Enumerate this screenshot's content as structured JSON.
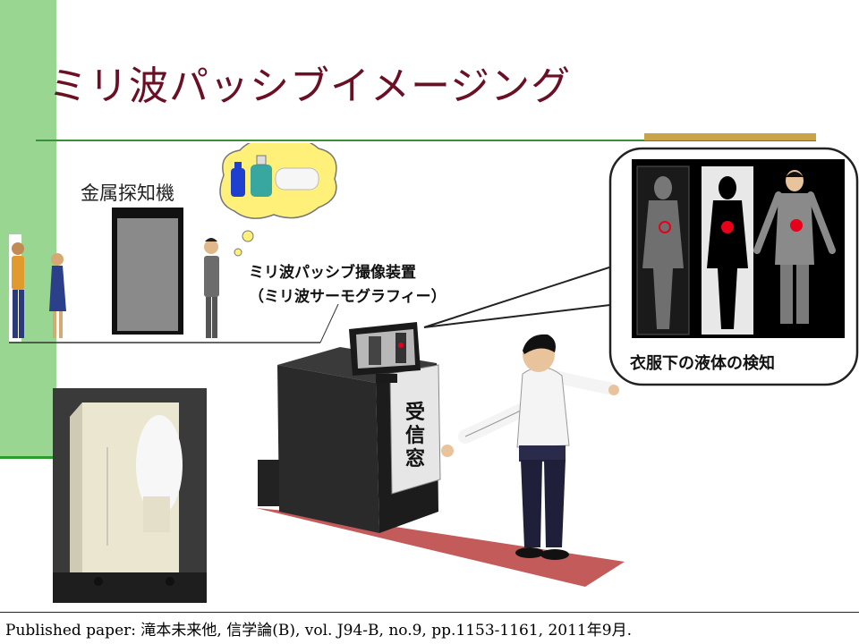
{
  "slide": {
    "title": "ミリ波パッシブイメージング",
    "metal_detector_label": "金属探知機",
    "device_label_line1": "ミリ波パッシブ撮像装置",
    "device_label_line2": "（ミリ波サーモグラフィー）",
    "receive_window_chars": [
      "受",
      "信",
      "窓"
    ],
    "callout_caption": "衣服下の液体の検知",
    "citation": "Published paper: 滝本未来他, 信学論(B), vol. J94-B, no.9, pp.1153-1161, 2011年9月."
  },
  "colors": {
    "title": "#6b0f24",
    "left_band": "#99d692",
    "rule": "#3a8f3a",
    "accent_bar": "#c8a348",
    "detection_mark": "#e8001a",
    "floor_mat": "#c35b5b"
  }
}
